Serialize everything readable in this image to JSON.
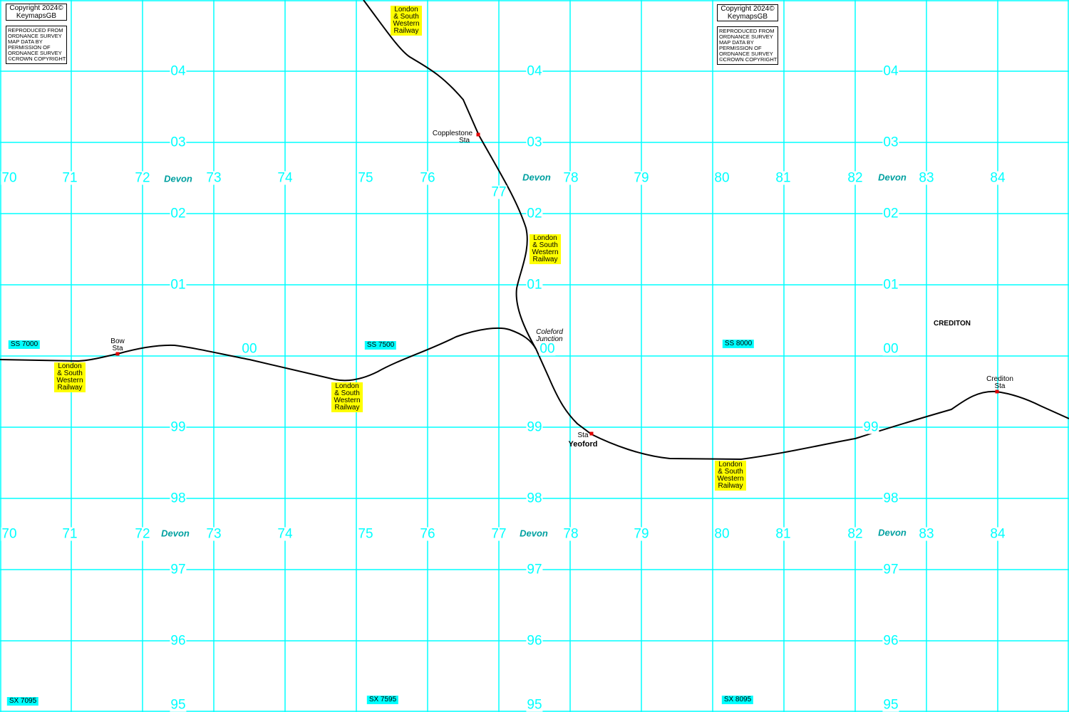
{
  "copyright": {
    "line1": "Copyright 2024©",
    "line2": "KeymapsGB",
    "permission": "REPRODUCED FROM\nORDNANCE SURVEY\nMAP DATA BY\nPERMISSION OF\nORDNANCE SURVEY\n©CROWN COPYRIGHT"
  },
  "eastings": [
    "70",
    "71",
    "72",
    "73",
    "74",
    "75",
    "76",
    "77",
    "78",
    "79",
    "80",
    "81",
    "82",
    "83",
    "84"
  ],
  "northings": [
    "04",
    "03",
    "02",
    "01",
    "00",
    "99",
    "98",
    "97",
    "96",
    "95"
  ],
  "county": "Devon",
  "grid_refs": [
    "SS 7000",
    "SS 7500",
    "SS 8000",
    "SX 7095",
    "SX 7595",
    "SX 8095"
  ],
  "railway": "London & South Western Railway",
  "railway_lines": [
    "London",
    "& South",
    "Western",
    "Railway"
  ],
  "places": {
    "copplestone": "Copplestone",
    "bow": "Bow",
    "sta": "Sta",
    "yeoford": "Yeoford",
    "crediton_sta": "Crediton",
    "coleford1": "Coleford",
    "coleford2": "Junction",
    "crediton_town": "CREDITON"
  },
  "colors": {
    "grid": "#00ffff",
    "station": "#e00000",
    "label_bg": "#ffff00"
  }
}
